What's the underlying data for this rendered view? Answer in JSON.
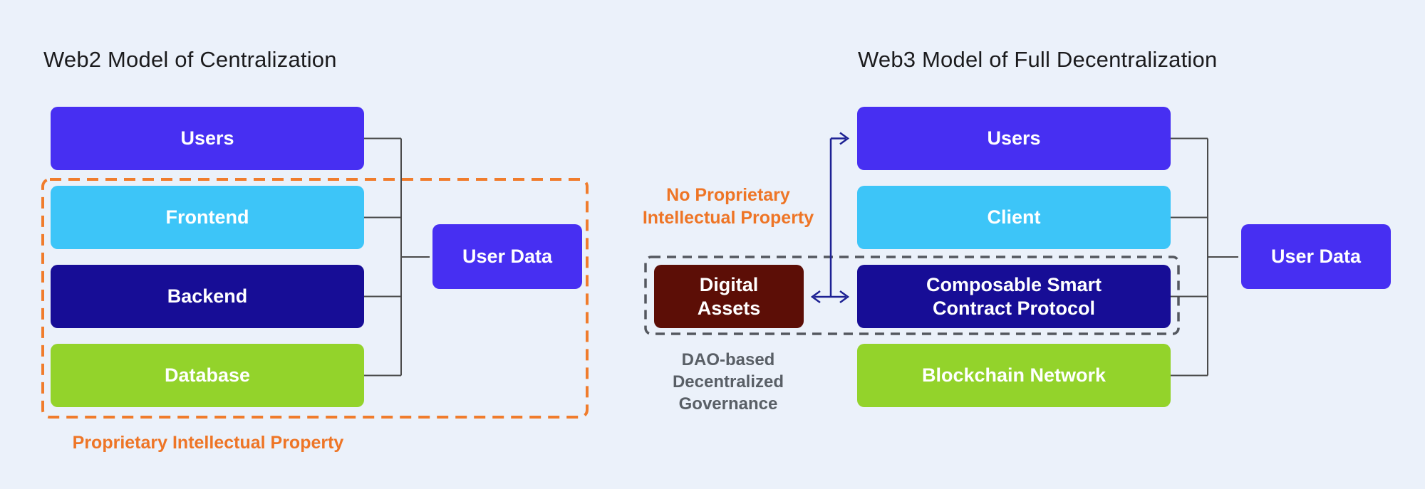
{
  "colors": {
    "bg": "#ebf1fa",
    "purple": "#472ff2",
    "cyan": "#3dc5f8",
    "navy": "#170d96",
    "green": "#93d32b",
    "maroon": "#5c0e06",
    "orange": "#ee7526",
    "orange-dash": "#f07c2c",
    "dash-gray": "#54585f",
    "text-gray": "#595f66",
    "connector": "#4a4a4a",
    "arrow-navy": "#1d2193",
    "title": "#1b1b1d"
  },
  "left": {
    "title": "Web2 Model of Centralization",
    "boxes": [
      {
        "label": "Users"
      },
      {
        "label": "Frontend"
      },
      {
        "label": "Backend"
      },
      {
        "label": "Database"
      }
    ],
    "user_data": {
      "label": "User Data"
    },
    "ip_label": "Proprietary Intellectual Property"
  },
  "right": {
    "title": "Web3 Model of Full Decentralization",
    "boxes": [
      {
        "label": "Users"
      },
      {
        "label": "Client"
      }
    ],
    "composable": {
      "lines": [
        "Composable Smart",
        "Contract Protocol"
      ]
    },
    "blockchain": {
      "label": "Blockchain Network"
    },
    "digital_assets": {
      "lines": [
        "Digital",
        "Assets"
      ]
    },
    "no_ip": {
      "lines": [
        "No Proprietary",
        "Intellectual Property"
      ]
    },
    "governance": {
      "lines": [
        "DAO-based",
        "Decentralized",
        "Governance"
      ]
    },
    "user_data": {
      "label": "User Data"
    }
  }
}
